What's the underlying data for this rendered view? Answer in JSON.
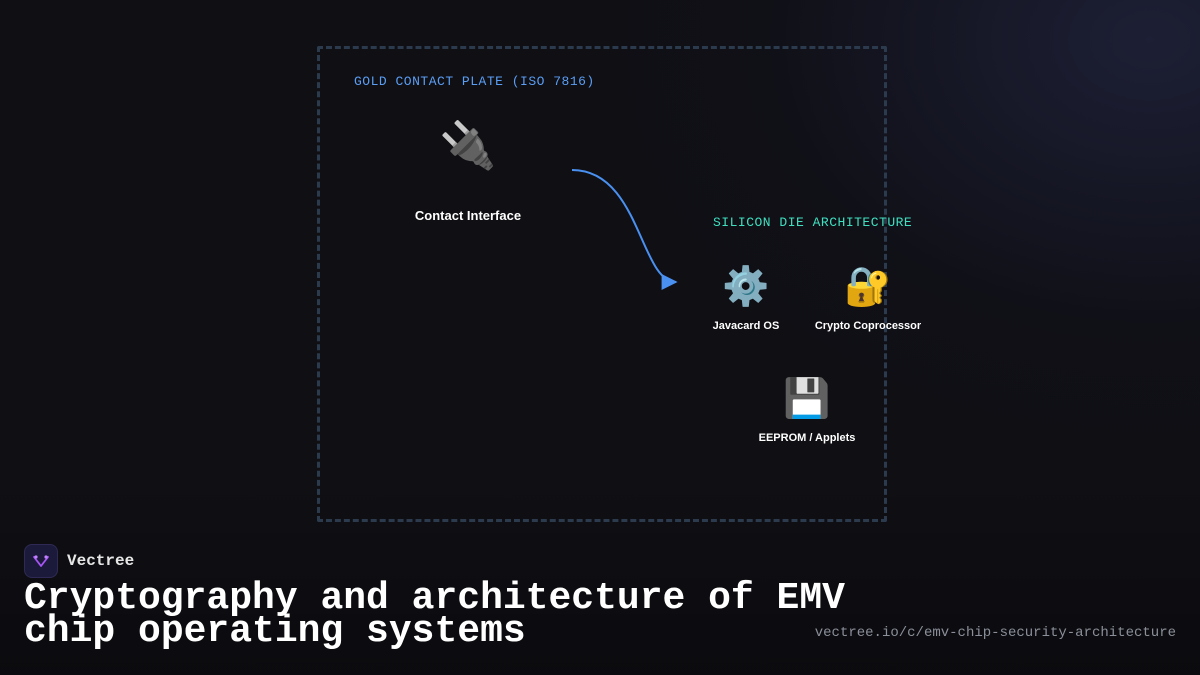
{
  "diagram": {
    "gold_section_label": "GOLD CONTACT PLATE (ISO 7816)",
    "silicon_section_label": "SILICON DIE ARCHITECTURE",
    "nodes": {
      "contact": {
        "icon": "electric-plug-icon",
        "glyph": "🔌",
        "label": "Contact Interface"
      },
      "javacard_os": {
        "icon": "gear-icon",
        "glyph": "⚙️",
        "label": "Javacard OS"
      },
      "crypto": {
        "icon": "locked-with-key-icon",
        "glyph": "🔐",
        "label": "Crypto Coprocessor"
      },
      "eeprom": {
        "icon": "floppy-disk-icon",
        "glyph": "💾",
        "label": "EEPROM / Applets"
      }
    },
    "colors": {
      "gold_label": "#5b9ef5",
      "silicon_label": "#3fe0c0",
      "connector": "#4a90f0",
      "box_border": "#2b3a4d"
    }
  },
  "footer": {
    "brand_name": "Vectree",
    "brand_icon": "vectree-logo-icon",
    "headline": "Cryptography and architecture of EMV chip operating systems",
    "url": "vectree.io/c/emv-chip-security-architecture"
  }
}
